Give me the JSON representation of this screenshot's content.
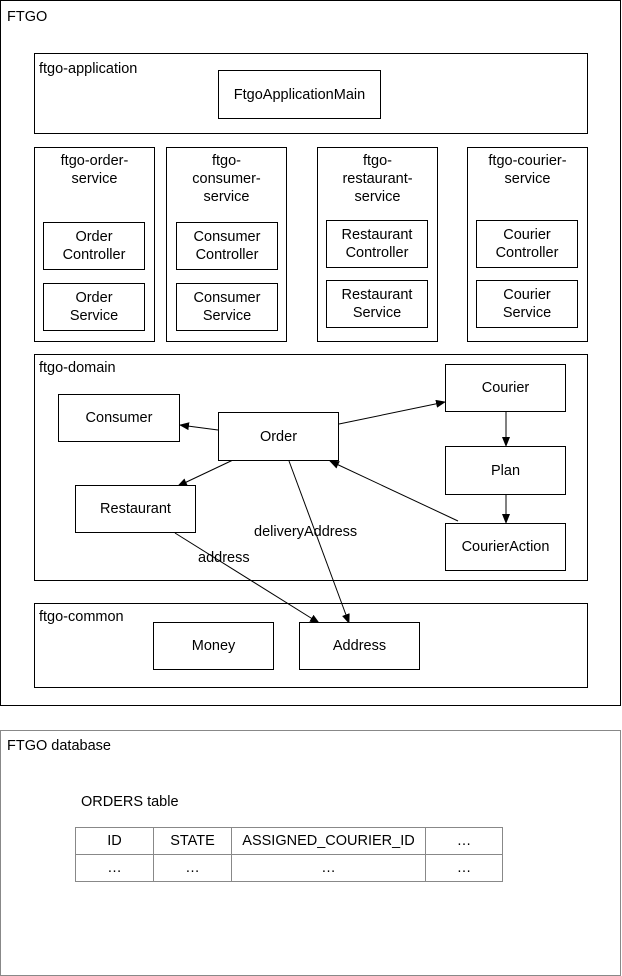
{
  "ftgo": {
    "title": "FTGO",
    "application": {
      "title": "ftgo-application",
      "main": "FtgoApplicationMain"
    },
    "services": [
      {
        "name": "ftgo-order-\nservice",
        "controller": "Order\nController",
        "service": "Order\nService"
      },
      {
        "name": "ftgo-\nconsumer-\nservice",
        "controller": "Consumer\nController",
        "service": "Consumer\nService"
      },
      {
        "name": "ftgo-\nrestaurant-\nservice",
        "controller": "Restaurant\nController",
        "service": "Restaurant\nService"
      },
      {
        "name": "ftgo-courier-\nservice",
        "controller": "Courier\nController",
        "service": "Courier\nService"
      }
    ],
    "domain": {
      "title": "ftgo-domain",
      "consumer": "Consumer",
      "order": "Order",
      "courier": "Courier",
      "plan": "Plan",
      "restaurant": "Restaurant",
      "courier_action": "CourierAction",
      "delivery_address_label": "deliveryAddress",
      "address_label": "address"
    },
    "common": {
      "title": "ftgo-common",
      "money": "Money",
      "address": "Address"
    }
  },
  "database": {
    "title": "FTGO database",
    "table_title": "ORDERS table",
    "columns": [
      "ID",
      "STATE",
      "ASSIGNED_COURIER_ID",
      "…"
    ],
    "row": [
      "…",
      "…",
      "…",
      "…"
    ]
  }
}
